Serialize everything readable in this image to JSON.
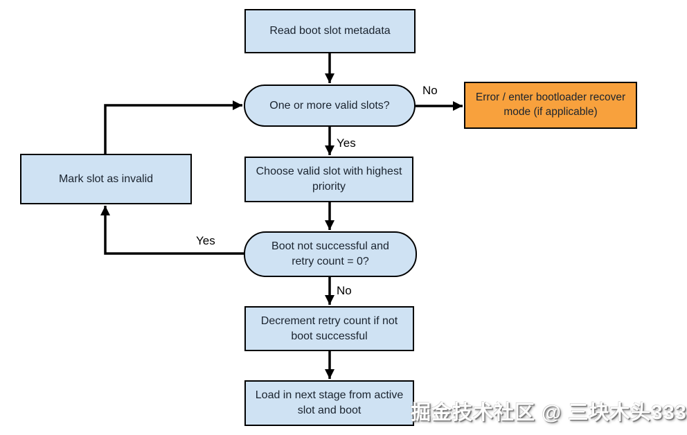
{
  "diagram": {
    "type": "flowchart",
    "colors": {
      "node_fill": "#cfe2f3",
      "error_fill": "#f8a13d",
      "border": "#000000",
      "line": "#000000",
      "text": "#1a232e"
    },
    "nodes": {
      "read_metadata": {
        "label": "Read boot slot metadata",
        "shape": "rect",
        "fill": "#cfe2f3"
      },
      "valid_slots": {
        "label": "One or more valid slots?",
        "shape": "stadium",
        "fill": "#cfe2f3"
      },
      "error_bootloader": {
        "label": "Error / enter bootloader recover mode (if applicable)",
        "shape": "rect",
        "fill": "#f8a13d"
      },
      "choose_slot": {
        "label": "Choose valid slot with highest priority",
        "shape": "rect",
        "fill": "#cfe2f3"
      },
      "mark_invalid": {
        "label": "Mark slot as invalid",
        "shape": "rect",
        "fill": "#cfe2f3"
      },
      "boot_check": {
        "label": "Boot not successful and retry count = 0?",
        "shape": "stadium",
        "fill": "#cfe2f3"
      },
      "decrement_retry": {
        "label": "Decrement retry count if not boot successful",
        "shape": "rect",
        "fill": "#cfe2f3"
      },
      "load_stage": {
        "label": "Load in next stage from active slot and boot",
        "shape": "rect",
        "fill": "#cfe2f3"
      }
    },
    "edges": [
      {
        "from": "read_metadata",
        "to": "valid_slots",
        "label": ""
      },
      {
        "from": "valid_slots",
        "to": "error_bootloader",
        "label": "No"
      },
      {
        "from": "valid_slots",
        "to": "choose_slot",
        "label": "Yes"
      },
      {
        "from": "choose_slot",
        "to": "boot_check",
        "label": ""
      },
      {
        "from": "boot_check",
        "to": "mark_invalid",
        "label": "Yes"
      },
      {
        "from": "mark_invalid",
        "to": "valid_slots",
        "label": ""
      },
      {
        "from": "boot_check",
        "to": "decrement_retry",
        "label": "No"
      },
      {
        "from": "decrement_retry",
        "to": "load_stage",
        "label": ""
      }
    ],
    "watermark": "掘金技术社区 @ 三块木头333"
  }
}
